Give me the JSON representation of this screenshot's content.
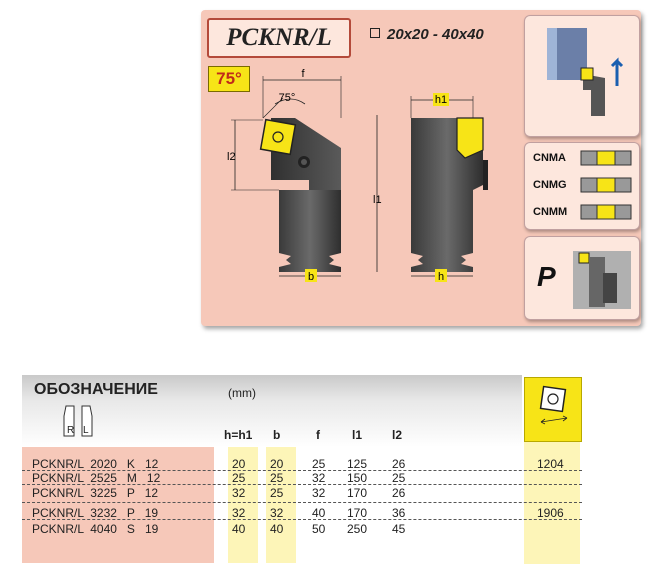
{
  "card": {
    "title": "PCKNR/L",
    "size_range": "20x20 - 40x40",
    "angle": "75°",
    "dims": {
      "f": "f",
      "h1": "h1",
      "angle_small": "75°",
      "l2": "l2",
      "l1": "l1",
      "b": "b",
      "h": "h"
    },
    "inserts": [
      "CNMA",
      "CNMG",
      "CNMM"
    ],
    "clamp_letter": "P"
  },
  "table": {
    "title": "ОБОЗНАЧЕНИЕ",
    "unit": "(mm)",
    "handedness": {
      "right": "R",
      "left": "L"
    },
    "columns": [
      "h=h1",
      "b",
      "f",
      "l1",
      "l2"
    ],
    "rows": [
      {
        "designation": "PCKNR/L  2020   K   12",
        "h": "20",
        "b": "20",
        "f": "25",
        "l1": "125",
        "l2": "26",
        "insert": "1204"
      },
      {
        "designation": "PCKNR/L  2525   M   12",
        "h": "25",
        "b": "25",
        "f": "32",
        "l1": "150",
        "l2": "25",
        "insert": ""
      },
      {
        "designation": "PCKNR/L  3225   P   12",
        "h": "32",
        "b": "25",
        "f": "32",
        "l1": "170",
        "l2": "26",
        "insert": ""
      },
      {
        "designation": "PCKNR/L  3232   P   19",
        "h": "32",
        "b": "32",
        "f": "40",
        "l1": "170",
        "l2": "36",
        "insert": "1906"
      },
      {
        "designation": "PCKNR/L  4040   S   19",
        "h": "40",
        "b": "40",
        "f": "50",
        "l1": "250",
        "l2": "45",
        "insert": ""
      }
    ]
  },
  "colors": {
    "card_bg": "#f6c8b9",
    "yellow": "#f7e417",
    "pale_yellow": "#fdf5b8",
    "title_border": "#b44a3a"
  }
}
